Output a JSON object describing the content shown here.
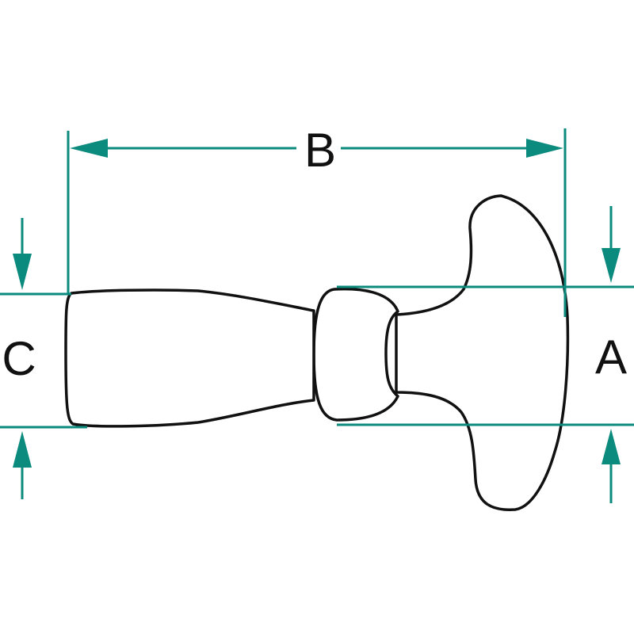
{
  "diagram": {
    "labels": {
      "a": "A",
      "b": "B",
      "c": "C"
    },
    "colors": {
      "dimension_lines": "#0b8a7e",
      "outline": "#111111",
      "background": "#ffffff"
    }
  }
}
